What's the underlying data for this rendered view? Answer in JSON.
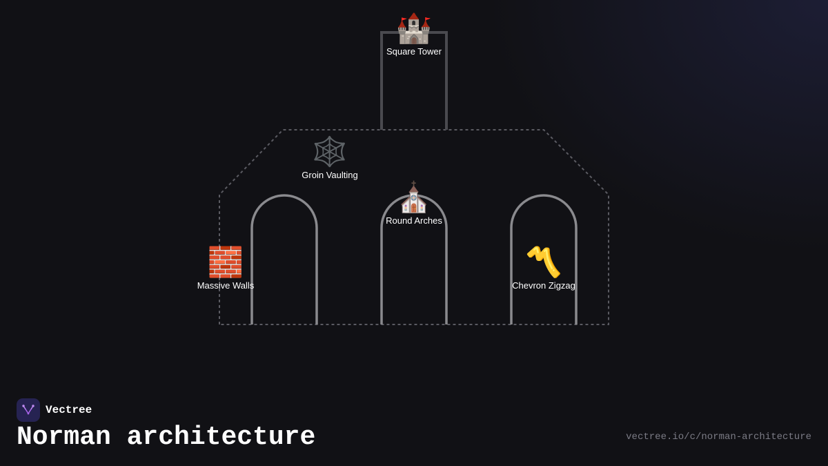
{
  "diagram": {
    "nodes": [
      {
        "id": "square-tower",
        "label": "Square Tower",
        "icon": "castle-icon",
        "glyph": "🏰"
      },
      {
        "id": "groin-vaulting",
        "label": "Groin Vaulting",
        "icon": "spider-web-icon",
        "glyph": "🕸️"
      },
      {
        "id": "round-arches",
        "label": "Round Arches",
        "icon": "church-icon",
        "glyph": "⛪"
      },
      {
        "id": "massive-walls",
        "label": "Massive Walls",
        "icon": "brick-icon",
        "glyph": "🧱"
      },
      {
        "id": "chevron-zigzag",
        "label": "Chevron Zigzag",
        "icon": "part-alternation-mark-icon",
        "glyph": "〽️"
      }
    ],
    "colors": {
      "outline": "#5b5b62",
      "tower": "#4a4a4f",
      "arch": "#8a8a8e",
      "background": "#111115"
    }
  },
  "footer": {
    "brand": "Vectree",
    "title": "Norman architecture",
    "url": "vectree.io/c/norman-architecture"
  }
}
